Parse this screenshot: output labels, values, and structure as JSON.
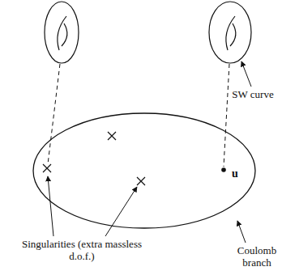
{
  "diagram": {
    "labels": [
      "SW curve",
      "u",
      "Singularities (extra massless d.o.f.)",
      "Coulomb branch"
    ]
  }
}
